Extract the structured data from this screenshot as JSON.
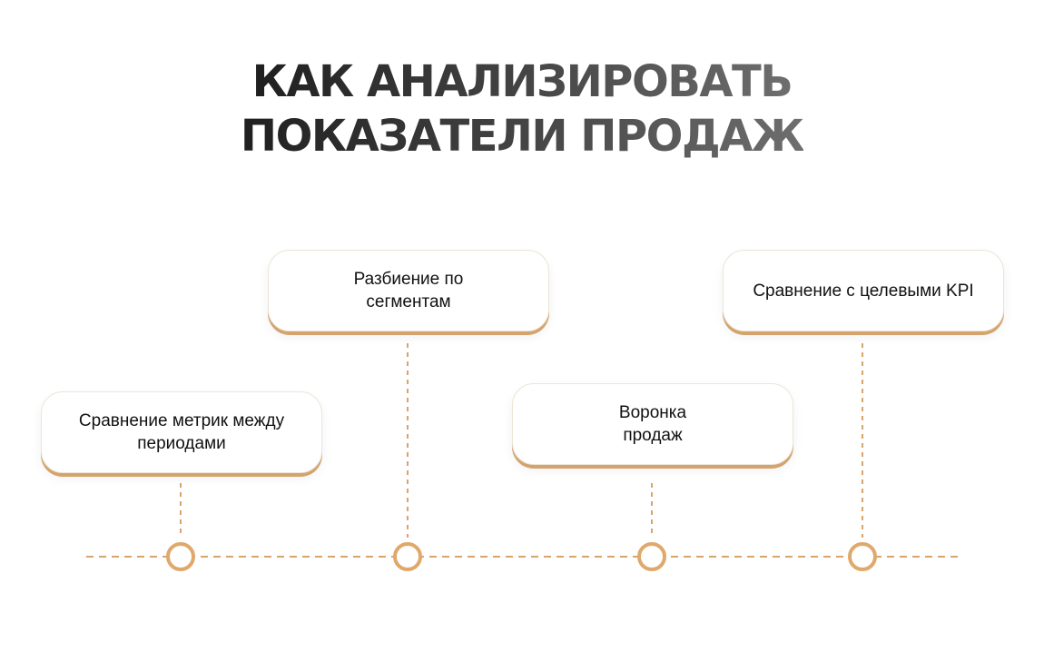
{
  "title": {
    "line1": "КАК АНАЛИЗИРОВАТЬ",
    "line2": "ПОКАЗАТЕЛИ ПРОДАЖ"
  },
  "accent_color": "#dfa96c",
  "steps": [
    {
      "label": "Сравнение метрик между периодами"
    },
    {
      "label": "Разбиение по сегментам"
    },
    {
      "label": "Воронка продаж"
    },
    {
      "label": "Сравнение с целевыми KPI"
    }
  ]
}
